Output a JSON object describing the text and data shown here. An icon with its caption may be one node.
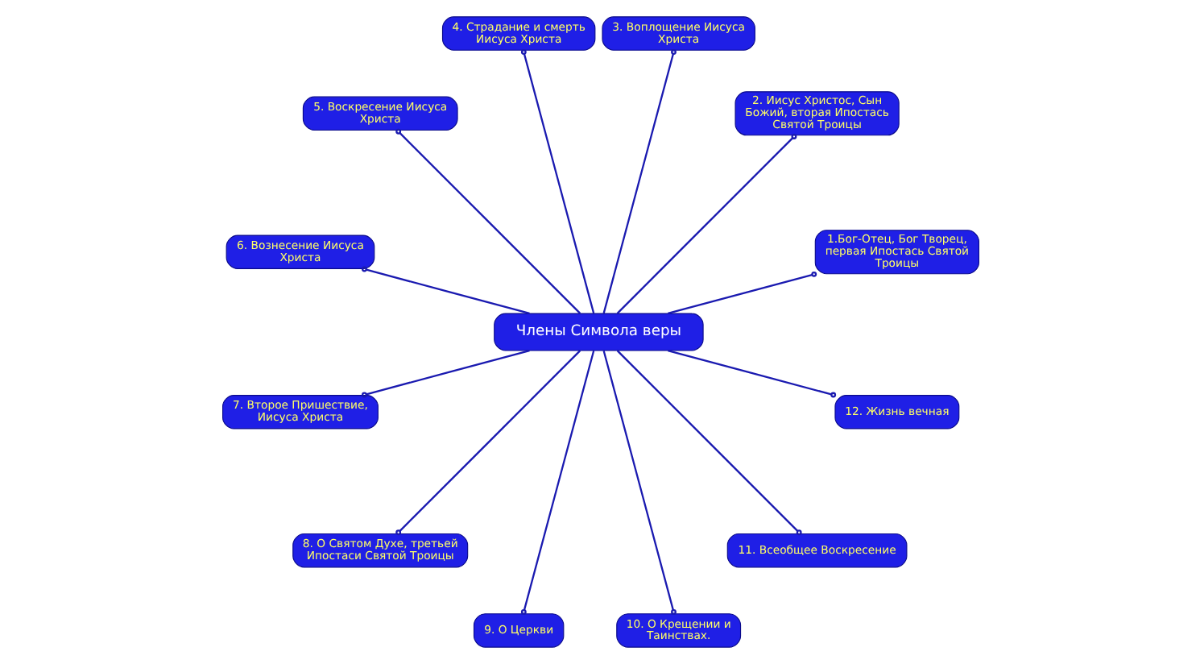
{
  "diagram": {
    "nodes": [
      {
        "text": [
          "Члены Символа веры"
        ]
      },
      {
        "text": [
          "1.Бог-Отец, Бог Творец, первая Ипостась Святой Троицы"
        ]
      },
      {
        "text": [
          "2. Иисус Христос, Сын Божий, вторая Ипостась Святой Троицы"
        ]
      },
      {
        "text": [
          "3. Воплощение Иисуса Христа"
        ]
      },
      {
        "text": [
          "4. Страдание и смерть Иисуса Христа"
        ]
      },
      {
        "text": [
          "5. Воскресение Иисуса Христа"
        ]
      },
      {
        "text": [
          "6. Вознесение Иисуса Христа"
        ]
      },
      {
        "text": [
          "7. Второе Пришествие, Иисуса Христа"
        ]
      },
      {
        "text": [
          "8. О Святом Духе, третьей Ипостаси Святой Троицы"
        ]
      },
      {
        "text": [
          "9. О Церкви"
        ]
      },
      {
        "text": [
          "10. О Крещении и Таинствах."
        ]
      },
      {
        "text": [
          "11. Всеобщее Воскресение"
        ]
      },
      {
        "text": [
          "12. Жизнь вечная"
        ]
      }
    ],
    "edges": [
      {
        "from": 0,
        "to": 1,
        "arrow": "other"
      },
      {
        "from": 0,
        "to": 2,
        "arrow": "other"
      },
      {
        "from": 0,
        "to": 3,
        "arrow": "other"
      },
      {
        "from": 0,
        "to": 4,
        "arrow": "other"
      },
      {
        "from": 0,
        "to": 5,
        "arrow": "other"
      },
      {
        "from": 0,
        "to": 6,
        "arrow": "other"
      },
      {
        "from": 0,
        "to": 7,
        "arrow": "other"
      },
      {
        "from": 0,
        "to": 8,
        "arrow": "other"
      },
      {
        "from": 0,
        "to": 9,
        "arrow": "other"
      },
      {
        "from": 0,
        "to": 10,
        "arrow": "other"
      },
      {
        "from": 0,
        "to": 11,
        "arrow": "other"
      },
      {
        "from": 0,
        "to": 12,
        "arrow": "other"
      }
    ]
  }
}
